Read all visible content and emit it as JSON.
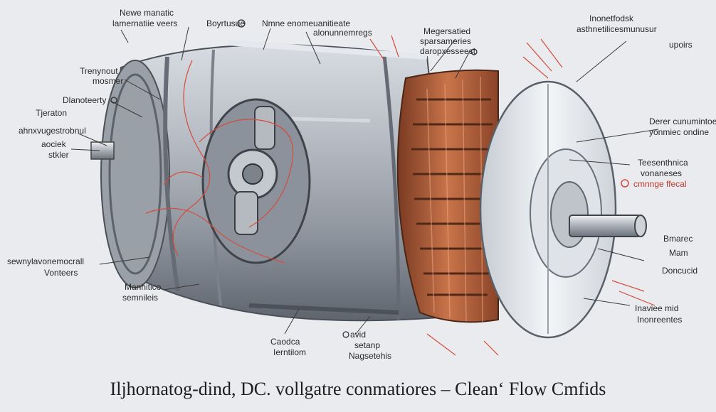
{
  "colors": {
    "background": "#e9ebee",
    "housing": "#b9bec6",
    "housing_dark": "#6f7681",
    "copper": "#b8643e",
    "accent_red": "#d64b3c",
    "ink": "#2a2a2a"
  },
  "labels": [
    {
      "id": "nw-1",
      "text": "Newe manatic"
    },
    {
      "id": "nw-2",
      "text": "lamernatiie veers"
    },
    {
      "id": "top-1",
      "text": "Boyrtusue"
    },
    {
      "id": "top-2",
      "text": "Nmne enomeuanitieate"
    },
    {
      "id": "top-3",
      "text": "alonunnemregs"
    },
    {
      "id": "mag-1",
      "text": "Megersatied"
    },
    {
      "id": "mag-2",
      "text": "sparsameries"
    },
    {
      "id": "mag-3",
      "text": "daropxesseest"
    },
    {
      "id": "ne-1",
      "text": "Inonetfodsk"
    },
    {
      "id": "ne-2",
      "text": "asthnetilicesmunusur"
    },
    {
      "id": "ne-3",
      "text": "upoirs"
    },
    {
      "id": "w-1",
      "text": "Trenynout"
    },
    {
      "id": "w-2",
      "text": "mosmer"
    },
    {
      "id": "w-3",
      "text": "Dlanoteerty"
    },
    {
      "id": "w-4",
      "text": "Tjeraton"
    },
    {
      "id": "w-5",
      "text": "ahnxvugestrobnul"
    },
    {
      "id": "w-6",
      "text": "aociek"
    },
    {
      "id": "w-7",
      "text": "stkler"
    },
    {
      "id": "e-1",
      "text": "Derer cunumintoe"
    },
    {
      "id": "e-2",
      "text": "yonmiec ondine"
    },
    {
      "id": "e-3",
      "text": "Teesenthnica"
    },
    {
      "id": "e-4",
      "text": "vonaneses"
    },
    {
      "id": "e-5",
      "text": "cmnnge ffecal"
    },
    {
      "id": "sw-1",
      "text": "sewnylavonemocrall"
    },
    {
      "id": "sw-2",
      "text": "Vonteers"
    },
    {
      "id": "sw-3",
      "text": "Manhitico"
    },
    {
      "id": "sw-4",
      "text": "semnileis"
    },
    {
      "id": "se-1",
      "text": "Bmarec"
    },
    {
      "id": "se-2",
      "text": "Mam"
    },
    {
      "id": "se-3",
      "text": "Doncucid"
    },
    {
      "id": "se-4",
      "text": "Inaviee mid"
    },
    {
      "id": "se-5",
      "text": "Inonreentes"
    },
    {
      "id": "b-1",
      "text": "Caodca"
    },
    {
      "id": "b-2",
      "text": "Ierntilom"
    },
    {
      "id": "b-3",
      "text": "avid"
    },
    {
      "id": "b-4",
      "text": "setanp"
    },
    {
      "id": "b-5",
      "text": "Nagsetehis"
    }
  ],
  "title": "Iljhornatog-dind, DC. vollgatre conmatiores   – Clean‘ Flow Cmfids"
}
